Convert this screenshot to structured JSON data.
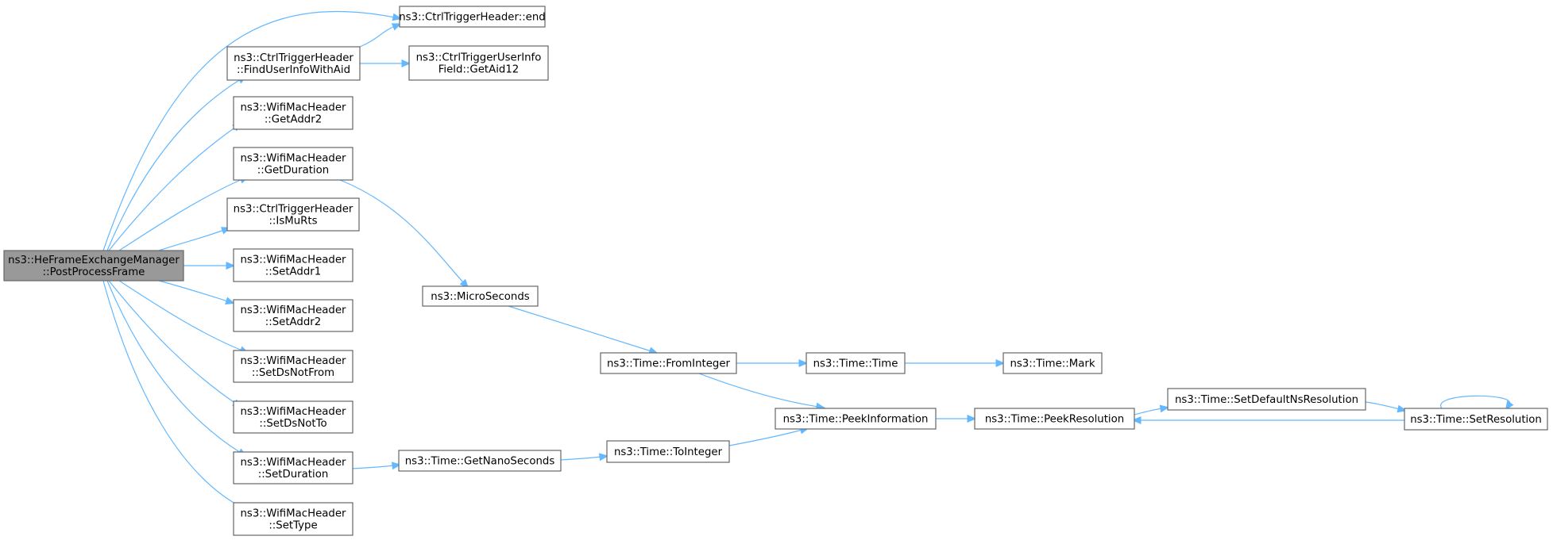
{
  "graph": {
    "nodes": {
      "root": {
        "lines": [
          "ns3::HeFrameExchangeManager",
          "::PostProcessFrame"
        ]
      },
      "end": {
        "lines": [
          "ns3::CtrlTriggerHeader::end"
        ]
      },
      "finduser": {
        "lines": [
          "ns3::CtrlTriggerHeader",
          "::FindUserInfoWithAid"
        ]
      },
      "getaid12": {
        "lines": [
          "ns3::CtrlTriggerUserInfo",
          "Field::GetAid12"
        ]
      },
      "getaddr2": {
        "lines": [
          "ns3::WifiMacHeader",
          "::GetAddr2"
        ]
      },
      "getdur": {
        "lines": [
          "ns3::WifiMacHeader",
          "::GetDuration"
        ]
      },
      "ismurts": {
        "lines": [
          "ns3::CtrlTriggerHeader",
          "::IsMuRts"
        ]
      },
      "setaddr1": {
        "lines": [
          "ns3::WifiMacHeader",
          "::SetAddr1"
        ]
      },
      "setaddr2": {
        "lines": [
          "ns3::WifiMacHeader",
          "::SetAddr2"
        ]
      },
      "setdsfrom": {
        "lines": [
          "ns3::WifiMacHeader",
          "::SetDsNotFrom"
        ]
      },
      "setdsto": {
        "lines": [
          "ns3::WifiMacHeader",
          "::SetDsNotTo"
        ]
      },
      "setdur": {
        "lines": [
          "ns3::WifiMacHeader",
          "::SetDuration"
        ]
      },
      "settype": {
        "lines": [
          "ns3::WifiMacHeader",
          "::SetType"
        ]
      },
      "micro": {
        "lines": [
          "ns3::MicroSeconds"
        ]
      },
      "fromint": {
        "lines": [
          "ns3::Time::FromInteger"
        ]
      },
      "time": {
        "lines": [
          "ns3::Time::Time"
        ]
      },
      "mark": {
        "lines": [
          "ns3::Time::Mark"
        ]
      },
      "peekinfo": {
        "lines": [
          "ns3::Time::PeekInformation"
        ]
      },
      "peekres": {
        "lines": [
          "ns3::Time::PeekResolution"
        ]
      },
      "setdefns": {
        "lines": [
          "ns3::Time::SetDefaultNsResolution"
        ]
      },
      "setres": {
        "lines": [
          "ns3::Time::SetResolution"
        ]
      },
      "getnano": {
        "lines": [
          "ns3::Time::GetNanoSeconds"
        ]
      },
      "toint": {
        "lines": [
          "ns3::Time::ToInteger"
        ]
      }
    },
    "edges": [
      [
        "root",
        "end"
      ],
      [
        "root",
        "finduser"
      ],
      [
        "finduser",
        "end"
      ],
      [
        "finduser",
        "getaid12"
      ],
      [
        "root",
        "getaddr2"
      ],
      [
        "root",
        "getdur"
      ],
      [
        "root",
        "ismurts"
      ],
      [
        "root",
        "setaddr1"
      ],
      [
        "root",
        "setaddr2"
      ],
      [
        "root",
        "setdsfrom"
      ],
      [
        "root",
        "setdsto"
      ],
      [
        "root",
        "setdur"
      ],
      [
        "root",
        "settype"
      ],
      [
        "getdur",
        "micro"
      ],
      [
        "micro",
        "fromint"
      ],
      [
        "fromint",
        "time"
      ],
      [
        "time",
        "mark"
      ],
      [
        "fromint",
        "peekinfo"
      ],
      [
        "peekinfo",
        "peekres"
      ],
      [
        "peekres",
        "setdefns"
      ],
      [
        "setdefns",
        "setres"
      ],
      [
        "setres",
        "peekres"
      ],
      [
        "setres",
        "setres"
      ],
      [
        "setdur",
        "getnano"
      ],
      [
        "getnano",
        "toint"
      ],
      [
        "toint",
        "peekinfo"
      ]
    ]
  }
}
